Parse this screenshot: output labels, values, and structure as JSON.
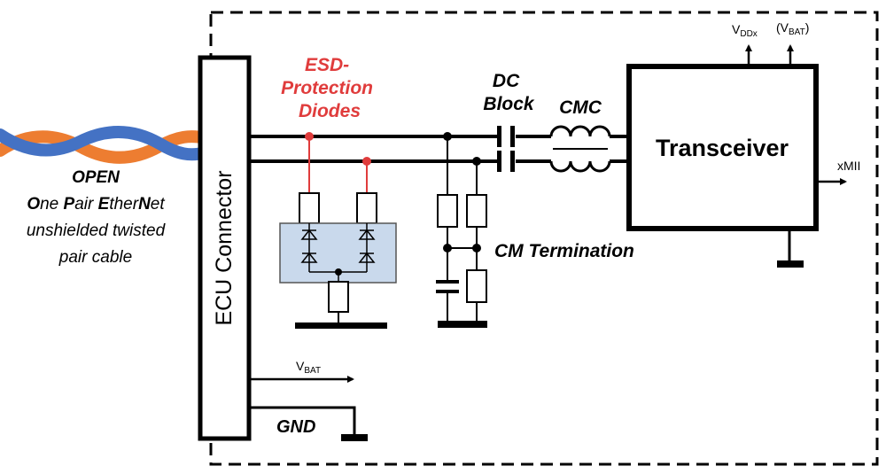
{
  "cable": {
    "title": "OPEN",
    "subtitle_parts": [
      {
        "b": "O",
        "r": "ne "
      },
      {
        "b": "P",
        "r": "air "
      },
      {
        "b": "E",
        "r": "ther"
      },
      {
        "b": "N",
        "r": "et"
      }
    ],
    "line3": "unshielded twisted",
    "line4": "pair cable",
    "colors": {
      "blue": "#4472c4",
      "orange": "#ed7d31"
    }
  },
  "ecu_connector": {
    "label": "ECU Connector"
  },
  "esd": {
    "label_lines": [
      "ESD-",
      "Protection",
      "Diodes"
    ],
    "color": "#e03c3c",
    "package_fill": "#c9d9ec"
  },
  "dc_block": {
    "label_lines": [
      "DC",
      "Block"
    ]
  },
  "cmc": {
    "label": "CMC"
  },
  "cm_termination": {
    "label": "CM Termination"
  },
  "transceiver": {
    "label": "Transceiver"
  },
  "supplies": {
    "vddx": {
      "main": "V",
      "sub": "DDx"
    },
    "vbat_paren": {
      "open": "(V",
      "sub": "BAT",
      "close": ")"
    },
    "vbat": {
      "main": "V",
      "sub": "BAT"
    }
  },
  "xmii": {
    "label": "xMII"
  },
  "gnd": {
    "label": "GND"
  }
}
